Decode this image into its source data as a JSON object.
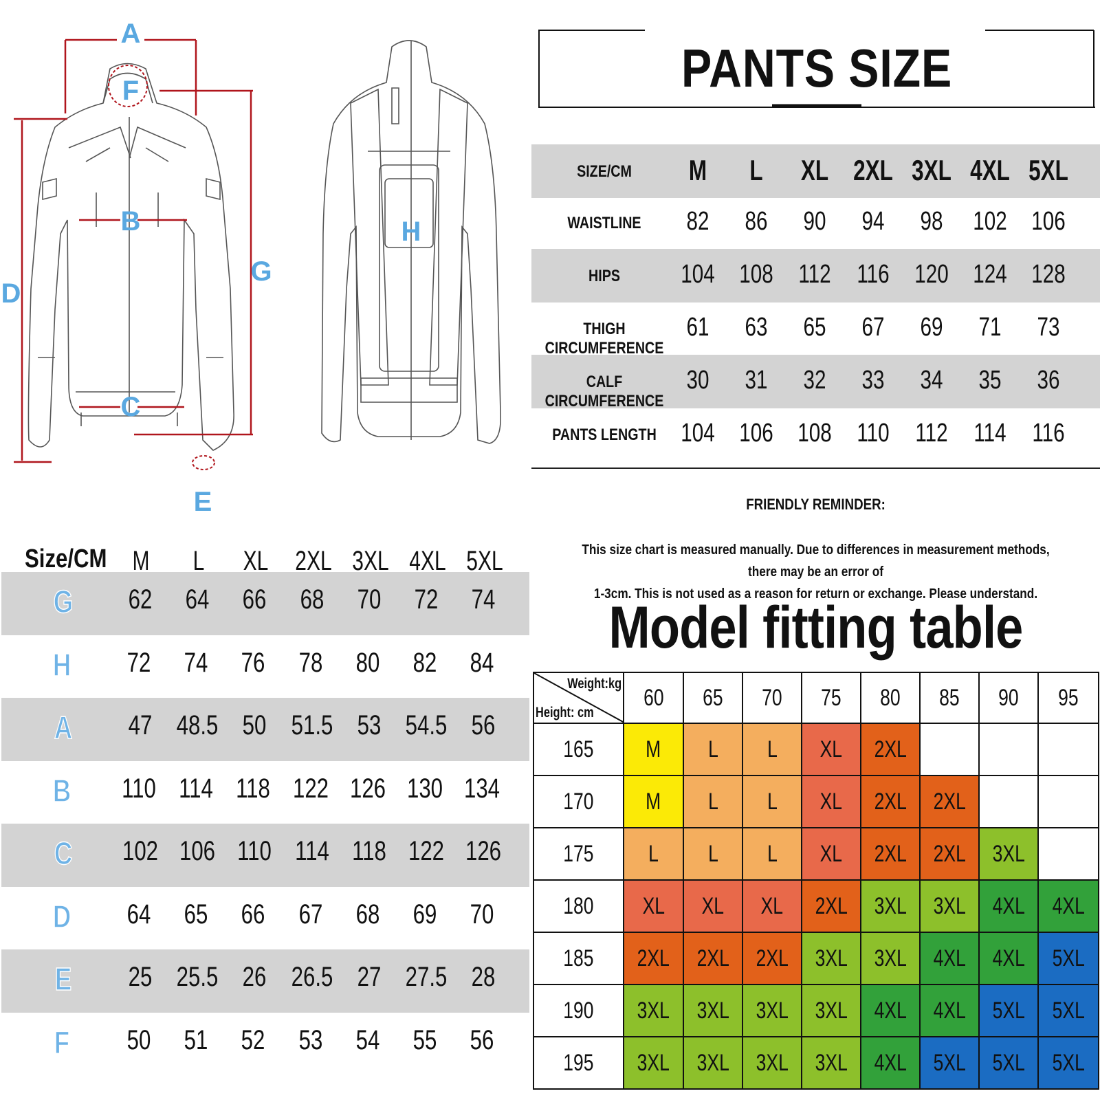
{
  "diagram": {
    "front_labels": [
      "A",
      "F",
      "B",
      "C",
      "D",
      "G",
      "E"
    ],
    "back_labels": [
      "H"
    ],
    "label_color": "#5aa8e0",
    "line_color": "#b0151c"
  },
  "jacket_table": {
    "header_label": "Size/CM",
    "sizes": [
      "M",
      "L",
      "XL",
      "2XL",
      "3XL",
      "4XL",
      "5XL"
    ],
    "rows": [
      {
        "key": "G",
        "values": [
          "62",
          "64",
          "66",
          "68",
          "70",
          "72",
          "74"
        ]
      },
      {
        "key": "H",
        "values": [
          "72",
          "74",
          "76",
          "78",
          "80",
          "82",
          "84"
        ]
      },
      {
        "key": "A",
        "values": [
          "47",
          "48.5",
          "50",
          "51.5",
          "53",
          "54.5",
          "56"
        ]
      },
      {
        "key": "B",
        "values": [
          "110",
          "114",
          "118",
          "122",
          "126",
          "130",
          "134"
        ]
      },
      {
        "key": "C",
        "values": [
          "102",
          "106",
          "110",
          "114",
          "118",
          "122",
          "126"
        ]
      },
      {
        "key": "D",
        "values": [
          "64",
          "65",
          "66",
          "67",
          "68",
          "69",
          "70"
        ]
      },
      {
        "key": "E",
        "values": [
          "25",
          "25.5",
          "26",
          "26.5",
          "27",
          "27.5",
          "28"
        ]
      },
      {
        "key": "F",
        "values": [
          "50",
          "51",
          "52",
          "53",
          "54",
          "55",
          "56"
        ]
      }
    ]
  },
  "pants": {
    "title": "PANTS SIZE",
    "header_label": "SIZE/CM",
    "sizes": [
      "M",
      "L",
      "XL",
      "2XL",
      "3XL",
      "4XL",
      "5XL"
    ],
    "rows": [
      {
        "label": "WAISTLINE",
        "values": [
          "82",
          "86",
          "90",
          "94",
          "98",
          "102",
          "106"
        ]
      },
      {
        "label": "HIPS",
        "values": [
          "104",
          "108",
          "112",
          "116",
          "120",
          "124",
          "128"
        ]
      },
      {
        "label": "THIGH CIRCUMFERENCE",
        "values": [
          "61",
          "63",
          "65",
          "67",
          "69",
          "71",
          "73"
        ]
      },
      {
        "label": "CALF CIRCUMFERENCE",
        "values": [
          "30",
          "31",
          "32",
          "33",
          "34",
          "35",
          "36"
        ]
      },
      {
        "label": "PANTS LENGTH",
        "values": [
          "104",
          "106",
          "108",
          "110",
          "112",
          "114",
          "116"
        ]
      }
    ]
  },
  "reminder": {
    "title": "FRIENDLY REMINDER:",
    "line1": "This size chart is measured manually. Due to differences in measurement methods, there may be an error of",
    "line2": "1-3cm. This is not used as a reason for return or exchange. Please understand."
  },
  "fitting": {
    "title": "Model fitting table",
    "weight_label": "Weight:kg",
    "height_label": "Height: cm",
    "weights": [
      "60",
      "65",
      "70",
      "75",
      "80",
      "85",
      "90",
      "95"
    ],
    "rows": [
      {
        "height": "165",
        "cells": [
          "M",
          "L",
          "L",
          "XL",
          "2XL",
          "",
          "",
          ""
        ]
      },
      {
        "height": "170",
        "cells": [
          "M",
          "L",
          "L",
          "XL",
          "2XL",
          "2XL",
          "",
          ""
        ]
      },
      {
        "height": "175",
        "cells": [
          "L",
          "L",
          "L",
          "XL",
          "2XL",
          "2XL",
          "3XL",
          ""
        ]
      },
      {
        "height": "180",
        "cells": [
          "XL",
          "XL",
          "XL",
          "2XL",
          "3XL",
          "3XL",
          "4XL",
          "4XL"
        ]
      },
      {
        "height": "185",
        "cells": [
          "2XL",
          "2XL",
          "2XL",
          "3XL",
          "3XL",
          "4XL",
          "4XL",
          "5XL"
        ]
      },
      {
        "height": "190",
        "cells": [
          "3XL",
          "3XL",
          "3XL",
          "3XL",
          "4XL",
          "4XL",
          "5XL",
          "5XL"
        ]
      },
      {
        "height": "195",
        "cells": [
          "3XL",
          "3XL",
          "3XL",
          "3XL",
          "4XL",
          "5XL",
          "5XL",
          "5XL"
        ]
      }
    ],
    "size_colors": {
      "M": "#fbea06",
      "L": "#f4ae5e",
      "XL": "#e8694a",
      "2XL": "#e2611a",
      "3XL": "#8dc02b",
      "4XL": "#32a13a",
      "5XL": "#1b6cc2"
    }
  }
}
